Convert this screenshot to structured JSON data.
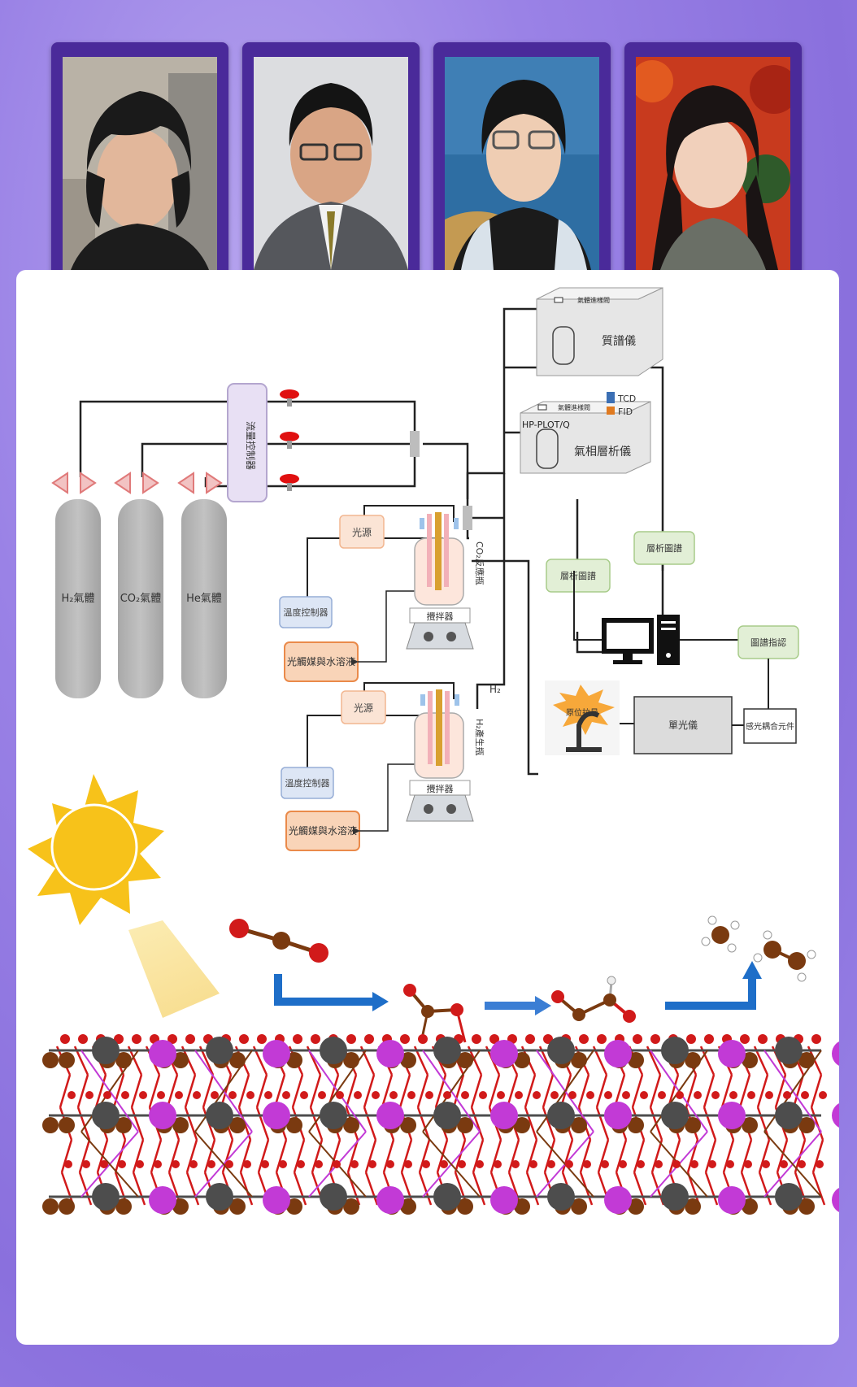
{
  "labels": {
    "flow_controller": "流量控制器",
    "h2_gas": "H₂氣體",
    "co2_gas": "CO₂氣體",
    "he_gas": "He氣體",
    "light_source": "光源",
    "temp_controller": "溫度控制器",
    "catalyst_solution": "光觸媒與水溶液",
    "stirrer": "攪拌器",
    "co2_reactor": "CO₂反應瓶",
    "h2_generator": "H₂產生瓶",
    "h2": "H₂",
    "mass_spec": "質譜儀",
    "gas_valve": "氣體進樣閥",
    "tcd": "TCD",
    "fid": "FID",
    "column": "HP-PLOT/Q",
    "gas_chromatograph": "氣相層析儀",
    "chromatogram": "層析圖譜",
    "spectrum_analysis": "圖譜指認",
    "in_situ_raman": "原位拉曼",
    "monochromator": "單光儀",
    "ccd": "感光耦合元件"
  },
  "colors": {
    "frame": "#4a2a9a",
    "atom_red": "#d11a1a",
    "atom_brown": "#7a3a10",
    "atom_gray": "#4d4d4d",
    "atom_purple": "#c23ad6",
    "arrow_blue": "#1e6ec8",
    "sun": "#f7c21a"
  }
}
